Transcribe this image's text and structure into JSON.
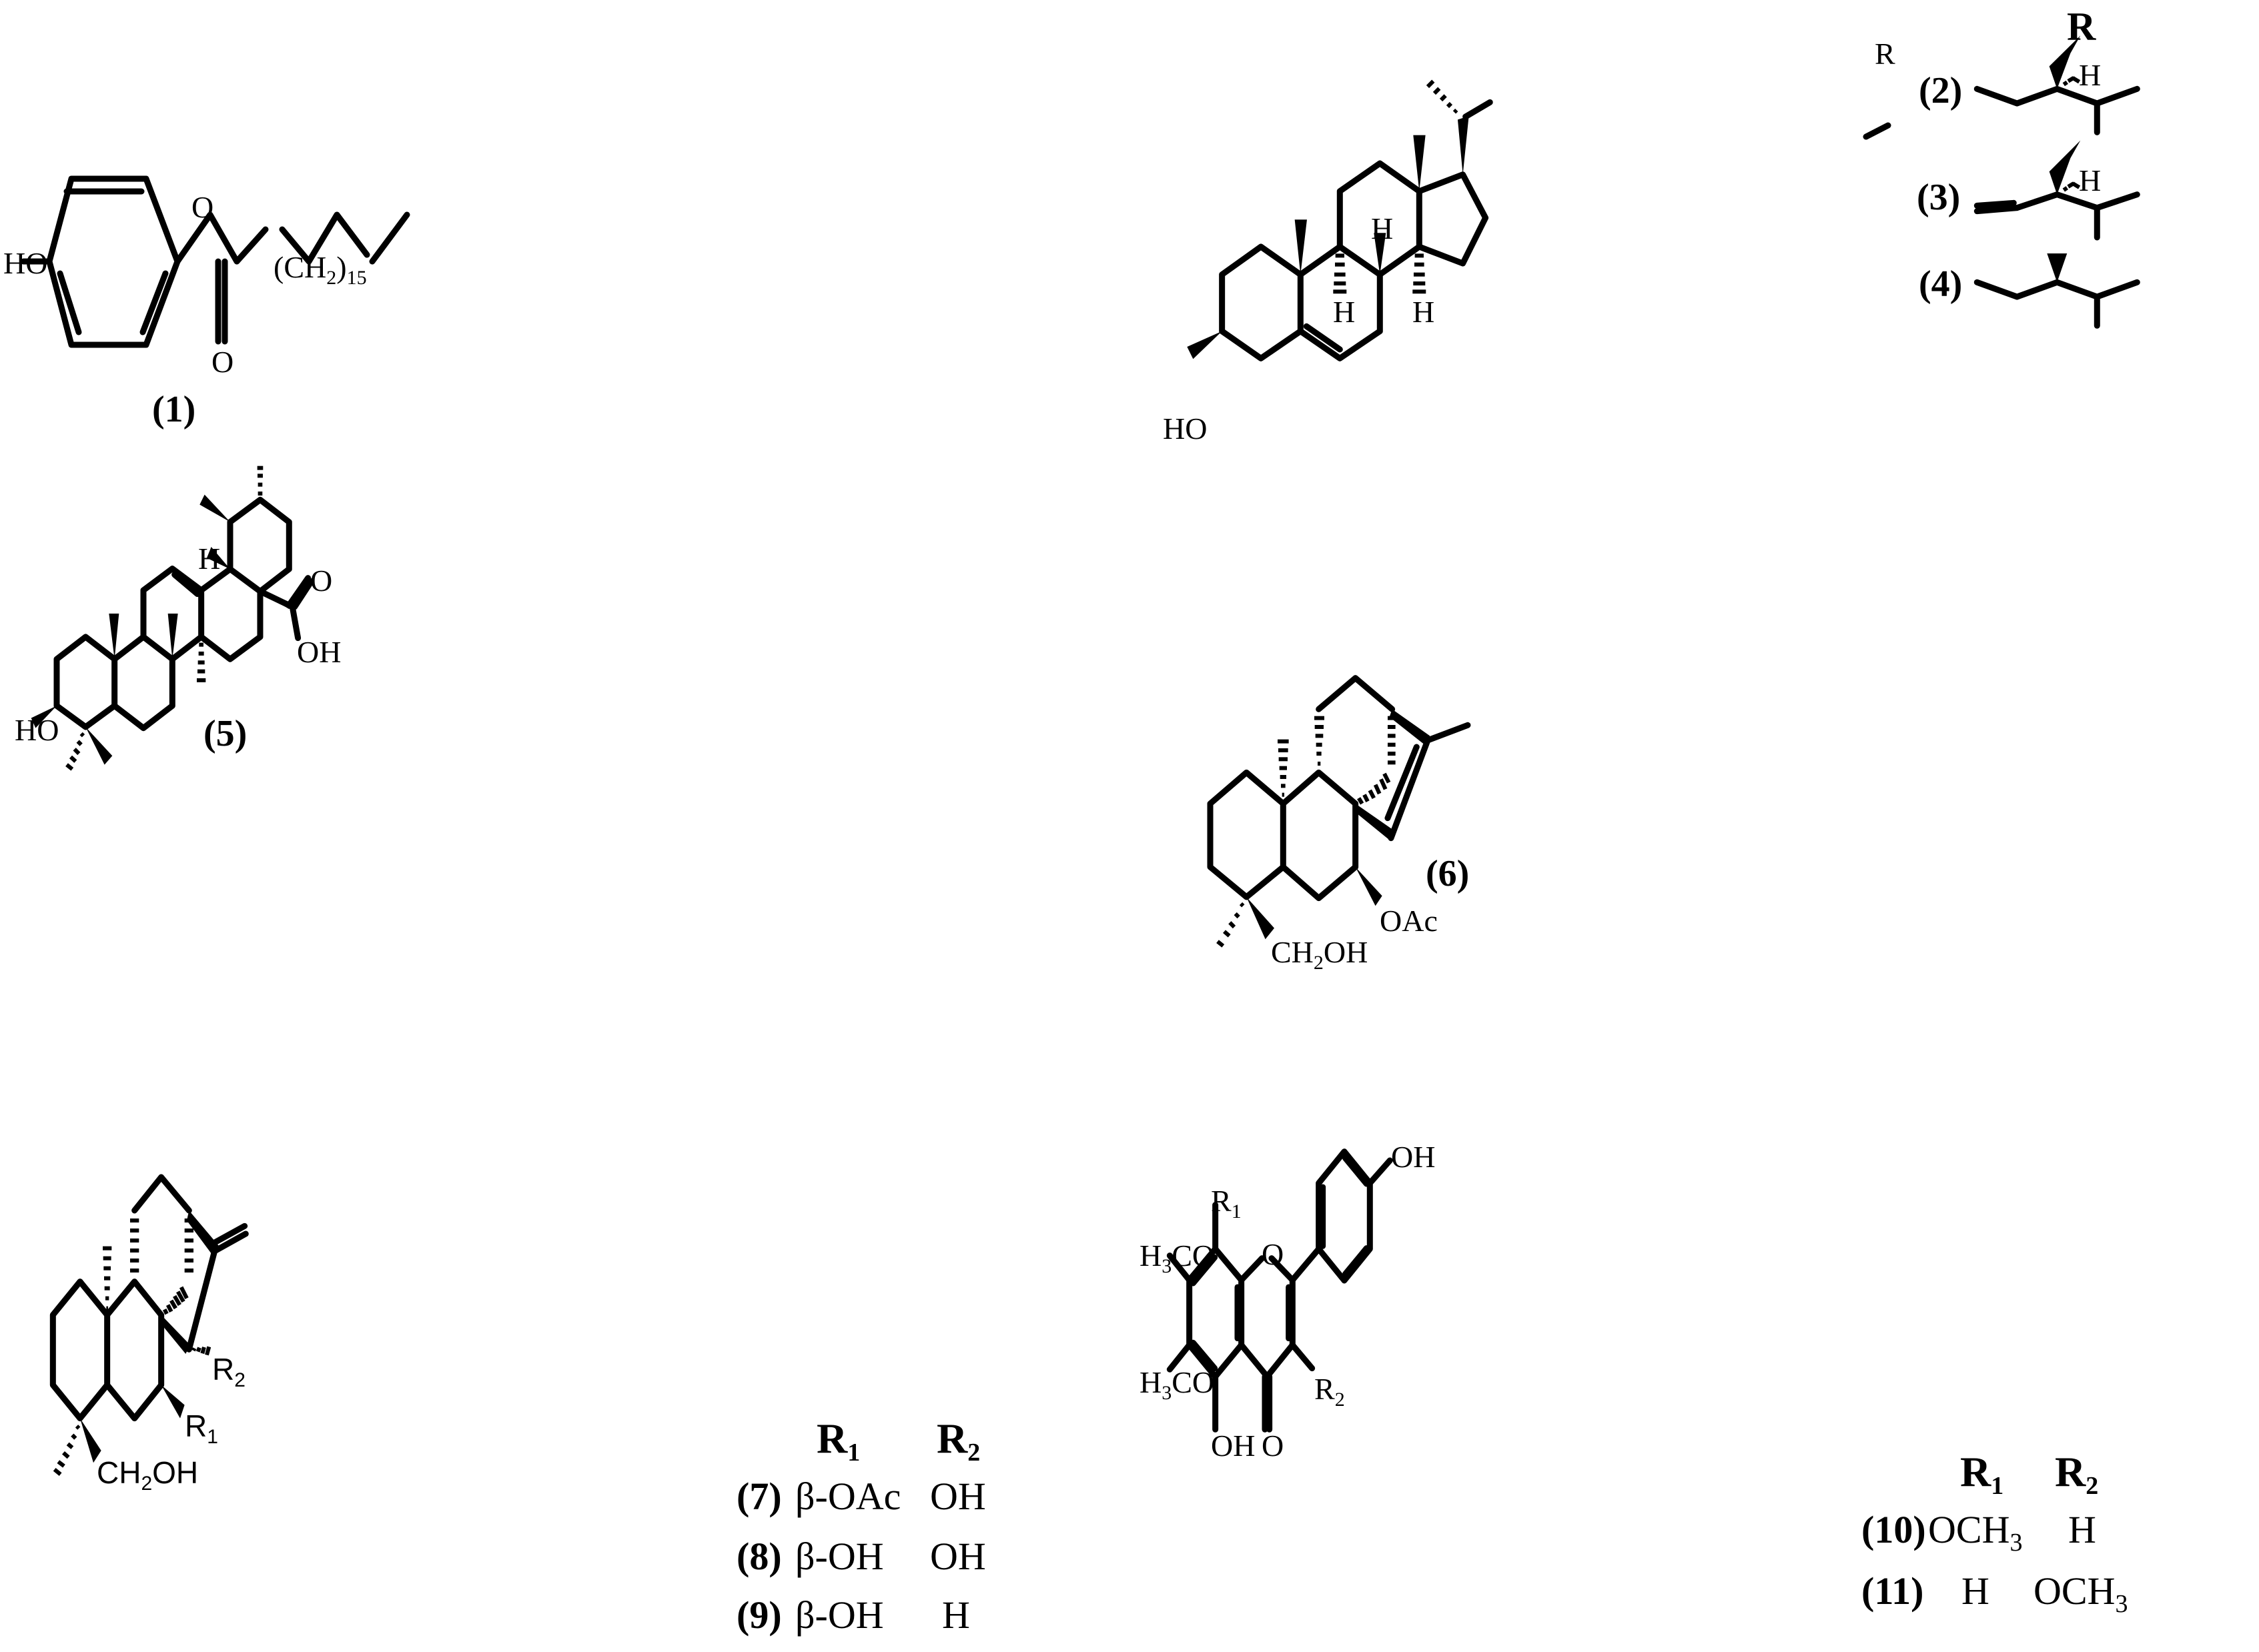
{
  "figure": {
    "compounds": [
      {
        "id": "1",
        "label": "(1)",
        "groups": {
          "ho": "HO",
          "o_ester": "O",
          "o_carbonyl": "O",
          "chain": "(CH",
          "chain_sub": "2",
          "chain_close": ")",
          "chain_count": "15"
        }
      },
      {
        "id": "2-4",
        "core_groups": {
          "ho": "HO",
          "r": "R",
          "h_top": "H",
          "h_left": "H",
          "h_right": "H"
        }
      },
      {
        "id": "5",
        "label": "(5)",
        "groups": {
          "ho": "HO",
          "h": "H",
          "o": "O",
          "oh": "OH"
        }
      },
      {
        "id": "6",
        "label": "(6)",
        "groups": {
          "oac": "OAc",
          "ch2oh_a": "CH",
          "ch2oh_sub": "2",
          "ch2oh_b": "OH"
        }
      },
      {
        "id": "7-9",
        "groups": {
          "ch2oh_a": "CH",
          "ch2oh_sub": "2",
          "ch2oh_b": "OH",
          "r1": "R",
          "r1_sub": "1",
          "r2": "R",
          "r2_sub": "2"
        }
      },
      {
        "id": "10-11",
        "groups": {
          "oh_top": "OH",
          "r1": "R",
          "r1_sub": "1",
          "h3co_a": "H",
          "h3co_sub": "3",
          "h3co_b": "CO",
          "o_ring": "O",
          "oh_bottom": "OH",
          "o_carbonyl": "O",
          "r2": "R",
          "r2_sub": "2"
        }
      }
    ],
    "side_chains": {
      "header": "R",
      "items": [
        {
          "label": "(2)",
          "h": "H"
        },
        {
          "label": "(3)",
          "h": "H"
        },
        {
          "label": "(4)"
        }
      ]
    },
    "table_7_9": {
      "headers": [
        {
          "main": "R",
          "sub": "1"
        },
        {
          "main": "R",
          "sub": "2"
        }
      ],
      "rows": [
        {
          "id": "(7)",
          "r1": "β-OAc",
          "r2": "OH"
        },
        {
          "id": "(8)",
          "r1": "β-OH",
          "r2": "OH"
        },
        {
          "id": "(9)",
          "r1": "β-OH",
          "r2": "H"
        }
      ]
    },
    "table_10_11": {
      "headers": [
        {
          "main": "R",
          "sub": "1"
        },
        {
          "main": "R",
          "sub": "2"
        }
      ],
      "rows": [
        {
          "id": "(10)",
          "r1_main": "OCH",
          "r1_sub": "3",
          "r2_main": "H",
          "r2_sub": ""
        },
        {
          "id": "(11)",
          "r1_main": "H",
          "r1_sub": "",
          "r2_main": "OCH",
          "r2_sub": "3"
        }
      ]
    }
  }
}
